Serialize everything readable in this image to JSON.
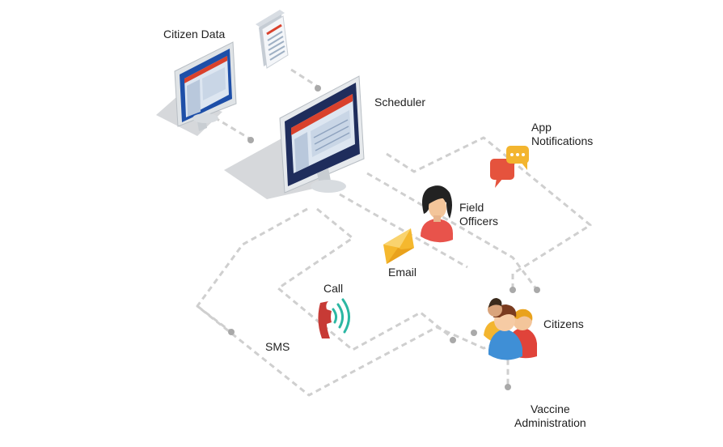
{
  "labels": {
    "citizen_data": "Citizen Data",
    "scheduler": "Scheduler",
    "app_notifications_line1": "App",
    "app_notifications_line2": "Notifications",
    "field_officers_line1": "Field",
    "field_officers_line2": "Officers",
    "email": "Email",
    "call": "Call",
    "sms": "SMS",
    "citizens": "Citizens",
    "vaccine_administration_line1": "Vaccine",
    "vaccine_administration_line2": "Administration"
  },
  "colors": {
    "connector": "#cfcfcf",
    "screen_border": "#1e4fa8",
    "window_header": "#d9412c",
    "envelope": "#f5b82e",
    "chat_red": "#e5533d",
    "chat_yellow": "#f3b52f",
    "citizen_blue": "#3f8fd6",
    "citizen_red": "#e0433a",
    "phone_red": "#c73a35",
    "wave_teal": "#2bb7a3"
  },
  "icons": [
    "document-icon",
    "monitor-icon",
    "chat-bubbles-icon",
    "person-icon",
    "envelope-icon",
    "phone-icon",
    "citizens-group-icon"
  ]
}
